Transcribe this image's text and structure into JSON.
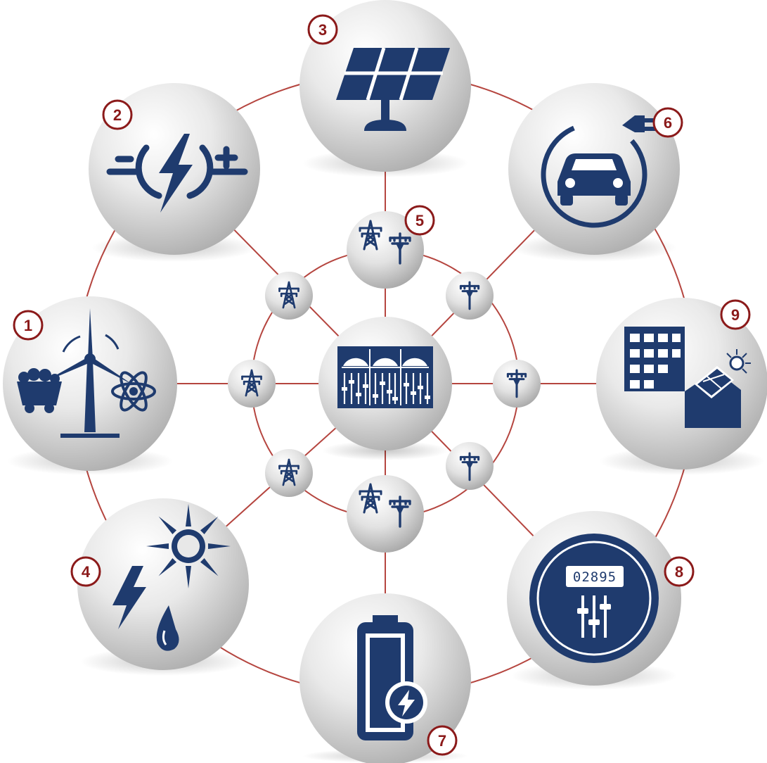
{
  "colors": {
    "navy": "#1f3b6e",
    "connector_red": "#b5453f",
    "badge_red": "#8b1a1a",
    "disc_light": "#f4f4f4",
    "disc_dark": "#b9b9b9"
  },
  "nodes": [
    {
      "id": "node-1",
      "badge": "1",
      "icon": "generation-mix-icon"
    },
    {
      "id": "node-2",
      "badge": "2",
      "icon": "power-conversion-icon"
    },
    {
      "id": "node-3",
      "badge": "3",
      "icon": "solar-panel-icon"
    },
    {
      "id": "node-4",
      "badge": "4",
      "icon": "renewable-sources-icon"
    },
    {
      "id": "node-5",
      "badge": "5",
      "icon": "transmission-distribution-icon"
    },
    {
      "id": "node-6",
      "badge": "6",
      "icon": "electric-vehicle-icon"
    },
    {
      "id": "node-7",
      "badge": "7",
      "icon": "battery-storage-icon"
    },
    {
      "id": "node-8",
      "badge": "8",
      "icon": "smart-meter-icon"
    },
    {
      "id": "node-9",
      "badge": "9",
      "icon": "buildings-solar-icon"
    }
  ],
  "center": {
    "icon": "control-panel-icon"
  },
  "meter": {
    "reading": "02895"
  }
}
